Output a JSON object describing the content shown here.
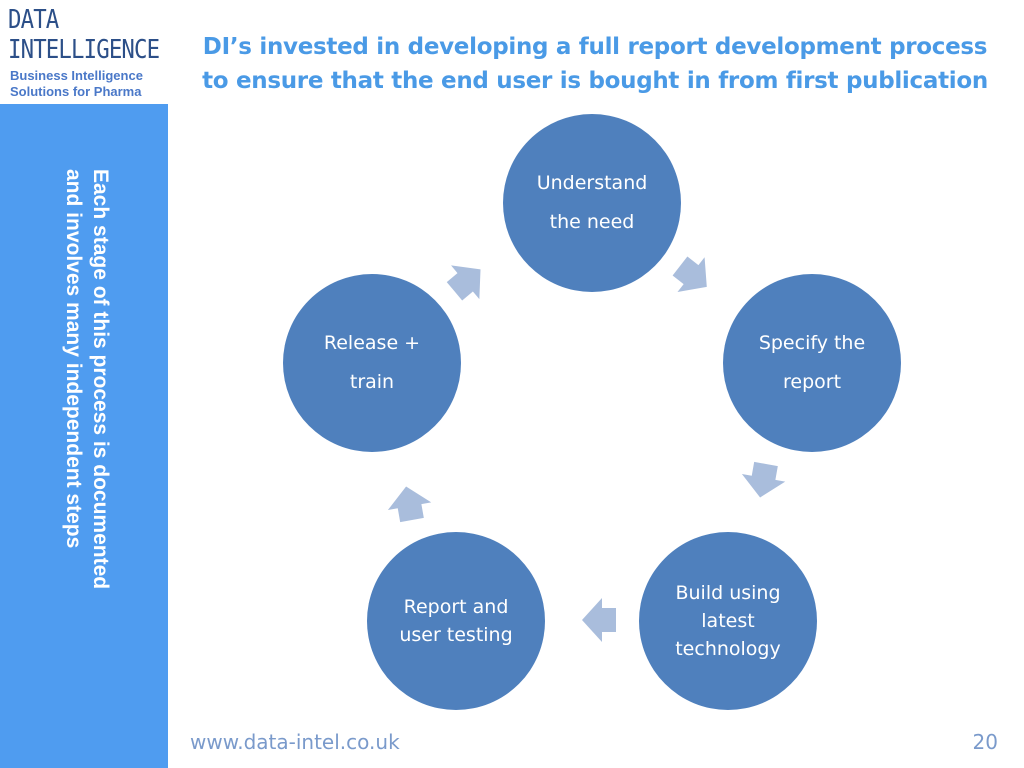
{
  "logo": {
    "line1": "DATA",
    "line2": "INTELLIGENCE",
    "tagline1": "Business Intelligence",
    "tagline2": "Solutions for Pharma"
  },
  "sidebar": {
    "text": "Each stage of this process is documented\nand involves many independent steps"
  },
  "title": "DI’s invested in developing a full report development process to ensure that the end user is bought in from first publication",
  "cycle": {
    "nodes": [
      {
        "label": "Understand the need"
      },
      {
        "label": "Specify the report"
      },
      {
        "label": "Build using latest technology"
      },
      {
        "label": "Report and user testing"
      },
      {
        "label": "Release + train"
      }
    ]
  },
  "colors": {
    "node_fill": "#4f80bd",
    "arrow_fill": "#a9bddc",
    "sidebar_bg": "#4f9cf0",
    "title_text": "#4a9ae6"
  },
  "footer": {
    "url": "www.data-intel.co.uk",
    "page_number": "20"
  }
}
